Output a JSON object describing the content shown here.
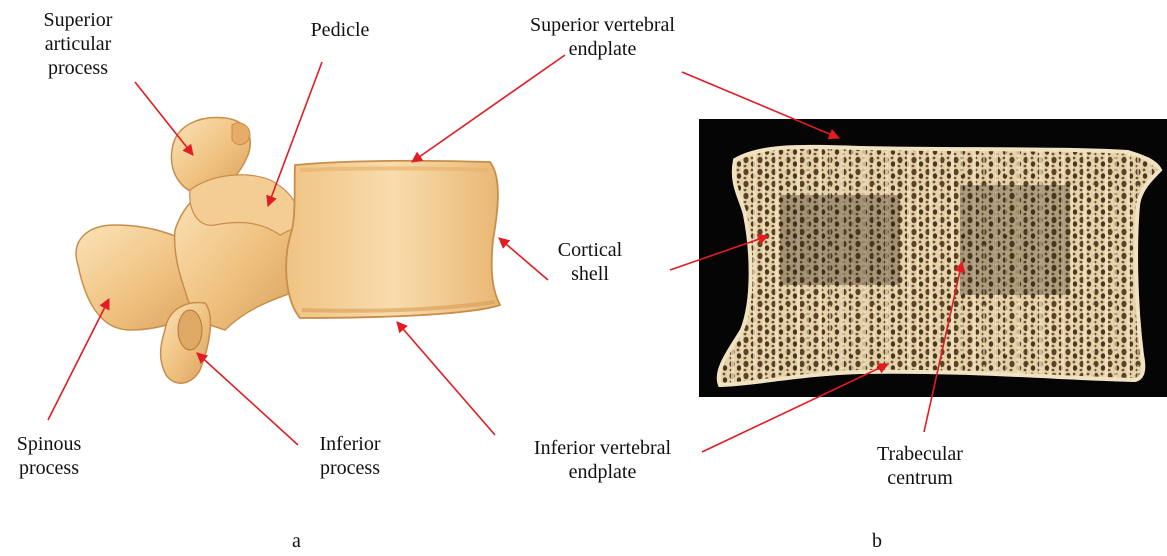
{
  "labels": {
    "superior_articular_process": "Superior\narticular\nprocess",
    "pedicle": "Pedicle",
    "superior_vertebral_endplate": "Superior vertebral\nendplate",
    "cortical_shell": "Cortical\nshell",
    "spinous_process": "Spinous\nprocess",
    "inferior_process": "Inferior\nprocess",
    "inferior_vertebral_endplate": "Inferior vertebral\nendplate",
    "trabecular_centrum": "Trabecular\ncentrum"
  },
  "panels": {
    "a": "a",
    "b": "b"
  },
  "colors": {
    "arrow": "#e31b23",
    "bone_light": "#f6d6a2",
    "bone_mid": "#eab877",
    "bone_dark": "#c98d4b",
    "photo_background": "#050505",
    "trabecular_light": "#e8d6b0",
    "trabecular_dark": "#4a3722"
  }
}
